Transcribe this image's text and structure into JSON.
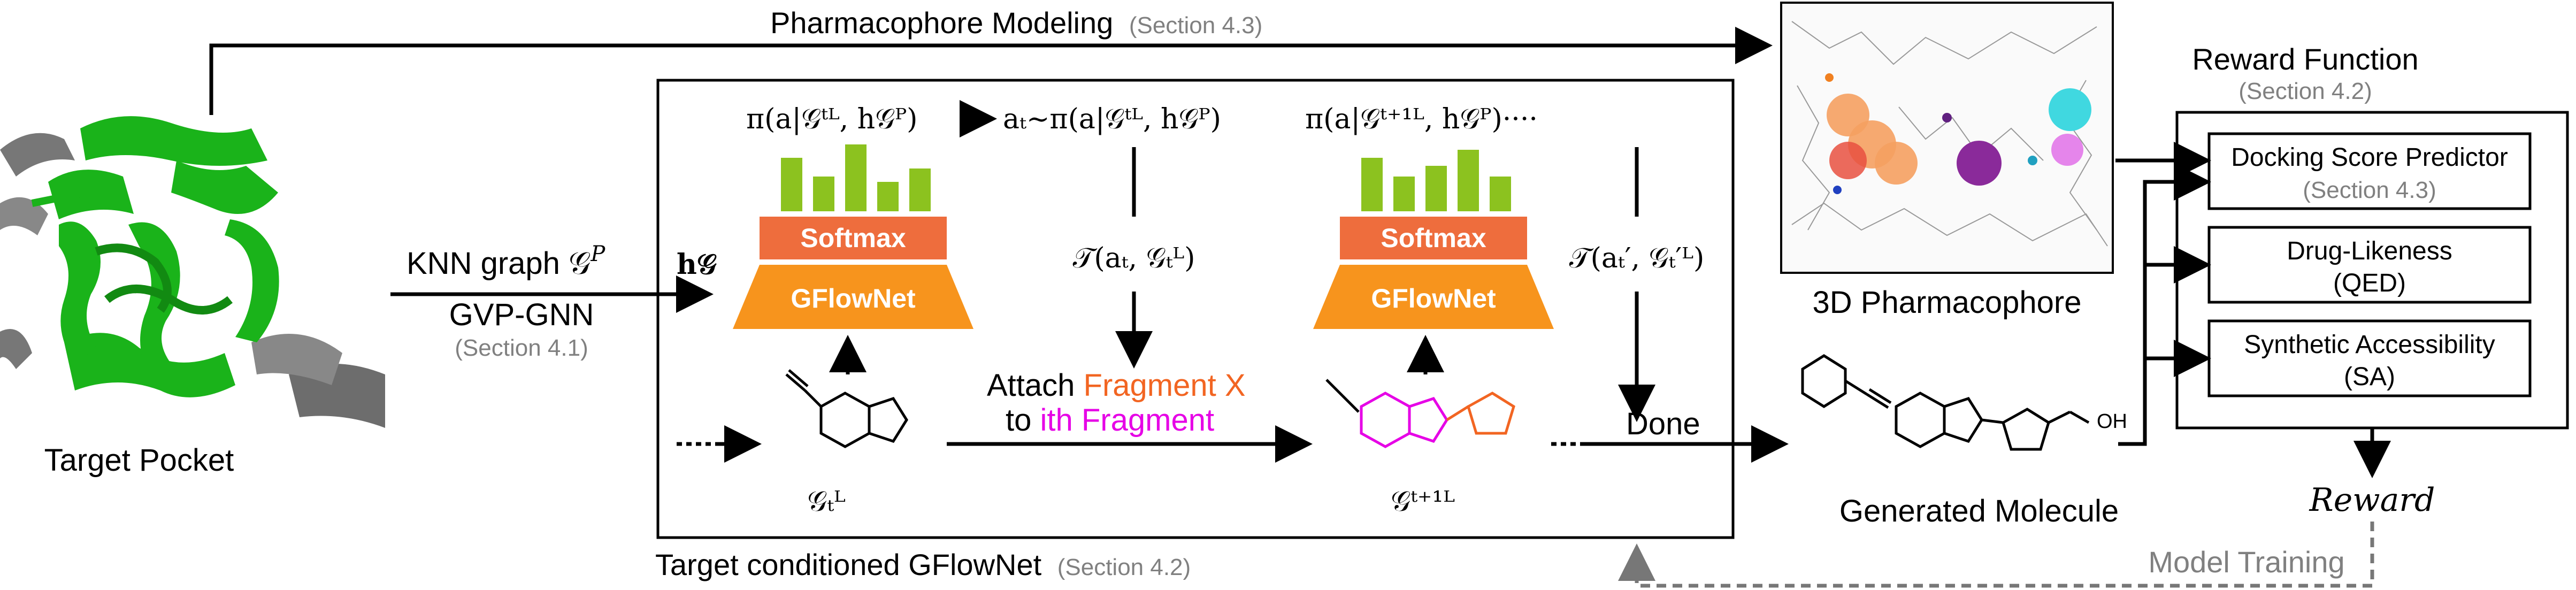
{
  "pharmacophore_modeling": {
    "label": "Pharmacophore Modeling",
    "section": "(Section 4.3)"
  },
  "target_pocket": {
    "label": "Target Pocket"
  },
  "graph_block": {
    "knn": "KNN graph 𝒢",
    "knn_sup": "P",
    "gvp": "GVP-GNN",
    "section": "(Section 4.1)"
  },
  "gflownet_box": {
    "label": "Target conditioned GFlowNet",
    "section": "(Section 4.2)"
  },
  "policy": {
    "h_input": "h𝒢",
    "pi_t": "π(a|𝒢ᵗᴸ, h𝒢ᴾ)",
    "arrow_a": "aₜ∼π(a|𝒢ᵗᴸ, h𝒢ᴾ)",
    "pi_t1": "π(a|𝒢ᵗ⁺¹ᴸ, h𝒢ᴾ)····"
  },
  "net_blocks": [
    {
      "softmax": "Softmax",
      "gflownet": "GFlowNet"
    },
    {
      "softmax": "Softmax",
      "gflownet": "GFlowNet"
    }
  ],
  "transitions": {
    "t1": "𝒯(aₜ, 𝒢ₜᴸ)",
    "t2": "𝒯(aₜ′, 𝒢ₜ′ᴸ)"
  },
  "attach": {
    "line1_prefix": "Attach ",
    "fragment": "Fragment X",
    "line2_prefix": "to ",
    "ith": "ith Fragment"
  },
  "states": {
    "g_t": "𝒢ₜᴸ",
    "g_t1": "𝒢ᵗ⁺¹ᴸ"
  },
  "done": "Done",
  "generated": "Generated Molecule",
  "pharmacophore_3d": "3D Pharmacophore",
  "reward_function": {
    "title": "Reward Function",
    "section": "(Section 4.2)",
    "items": [
      {
        "title": "Docking Score Predictor",
        "sub": "(Section 4.3)"
      },
      {
        "title": "Drug-Likeness",
        "sub": "(QED)"
      },
      {
        "title": "Synthetic Accessibility",
        "sub": "(SA)"
      }
    ]
  },
  "reward": "Reward",
  "model_training": "Model Training",
  "colors": {
    "softmax": "#ee6d3d",
    "gflownet": "#f7941d",
    "bars": "#8cc21f",
    "fragment": "#f26522",
    "ith": "#e600e6",
    "protein": "#1ab31a",
    "gray_text": "#808080"
  }
}
